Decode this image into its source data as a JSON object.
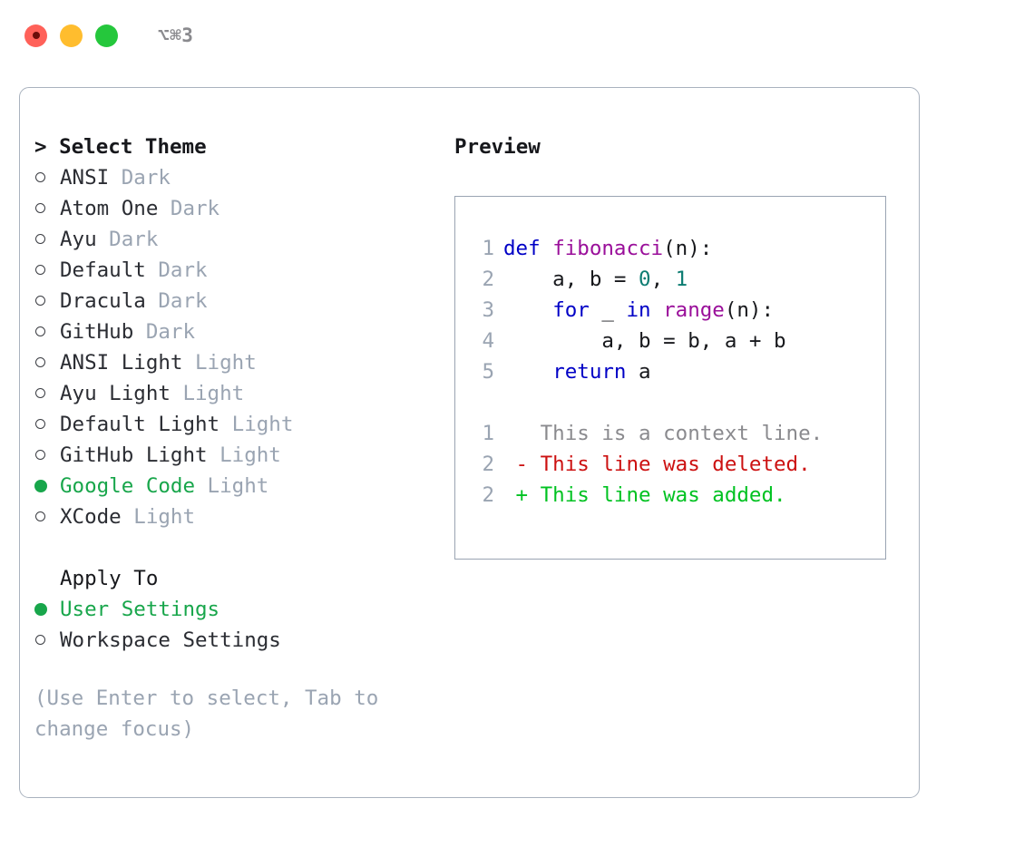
{
  "titlebar": {
    "shortcut": "⌥⌘3",
    "buttons": {
      "close": "close-button",
      "minimize": "minimize-button",
      "maximize": "maximize-button"
    },
    "colors": {
      "close": "#FF6159",
      "minimize": "#FFBD2E",
      "maximize": "#25C73C"
    }
  },
  "theme_list": {
    "heading": "> Select Theme",
    "items": [
      {
        "marker": "o",
        "selected": false,
        "name": "ANSI",
        "variant": "Dark"
      },
      {
        "marker": "o",
        "selected": false,
        "name": "Atom One",
        "variant": "Dark"
      },
      {
        "marker": "o",
        "selected": false,
        "name": "Ayu",
        "variant": "Dark"
      },
      {
        "marker": "o",
        "selected": false,
        "name": "Default",
        "variant": "Dark"
      },
      {
        "marker": "o",
        "selected": false,
        "name": "Dracula",
        "variant": "Dark"
      },
      {
        "marker": "o",
        "selected": false,
        "name": "GitHub",
        "variant": "Dark"
      },
      {
        "marker": "o",
        "selected": false,
        "name": "ANSI Light",
        "variant": "Light"
      },
      {
        "marker": "o",
        "selected": false,
        "name": "Ayu Light",
        "variant": "Light"
      },
      {
        "marker": "o",
        "selected": false,
        "name": "Default Light",
        "variant": "Light"
      },
      {
        "marker": "o",
        "selected": false,
        "name": "GitHub Light",
        "variant": "Light"
      },
      {
        "marker": "●",
        "selected": true,
        "name": "Google Code",
        "variant": "Light"
      },
      {
        "marker": "o",
        "selected": false,
        "name": "XCode",
        "variant": "Light"
      }
    ]
  },
  "apply_to": {
    "heading": "Apply To",
    "items": [
      {
        "marker": "●",
        "selected": true,
        "name": "User Settings",
        "variant": ""
      },
      {
        "marker": "o",
        "selected": false,
        "name": "Workspace Settings",
        "variant": ""
      }
    ]
  },
  "hint": "(Use Enter to select, Tab to change focus)",
  "preview": {
    "title": "Preview",
    "code_lines": [
      {
        "num": "1",
        "tokens": [
          {
            "t": "def ",
            "c": "kw"
          },
          {
            "t": "fibonacci",
            "c": "fn"
          },
          {
            "t": "(n):",
            "c": "txt"
          }
        ]
      },
      {
        "num": "2",
        "tokens": [
          {
            "t": "    a, b = ",
            "c": "txt"
          },
          {
            "t": "0",
            "c": "num"
          },
          {
            "t": ", ",
            "c": "txt"
          },
          {
            "t": "1",
            "c": "num"
          }
        ]
      },
      {
        "num": "3",
        "tokens": [
          {
            "t": "    ",
            "c": "txt"
          },
          {
            "t": "for",
            "c": "kw"
          },
          {
            "t": " _ ",
            "c": "txt"
          },
          {
            "t": "in",
            "c": "kw"
          },
          {
            "t": " ",
            "c": "txt"
          },
          {
            "t": "range",
            "c": "fn"
          },
          {
            "t": "(n):",
            "c": "txt"
          }
        ]
      },
      {
        "num": "4",
        "tokens": [
          {
            "t": "        a, b = b, a + b",
            "c": "txt"
          }
        ]
      },
      {
        "num": "5",
        "tokens": [
          {
            "t": "    ",
            "c": "txt"
          },
          {
            "t": "return",
            "c": "kw"
          },
          {
            "t": " a",
            "c": "txt"
          }
        ]
      }
    ],
    "diff_lines": [
      {
        "num": "1",
        "tokens": [
          {
            "t": "   This is a context line.",
            "c": "ctx"
          }
        ]
      },
      {
        "num": "2",
        "tokens": [
          {
            "t": " - This line was deleted.",
            "c": "del"
          }
        ]
      },
      {
        "num": "2",
        "tokens": [
          {
            "t": " + This line was added.",
            "c": "add"
          }
        ]
      }
    ]
  }
}
